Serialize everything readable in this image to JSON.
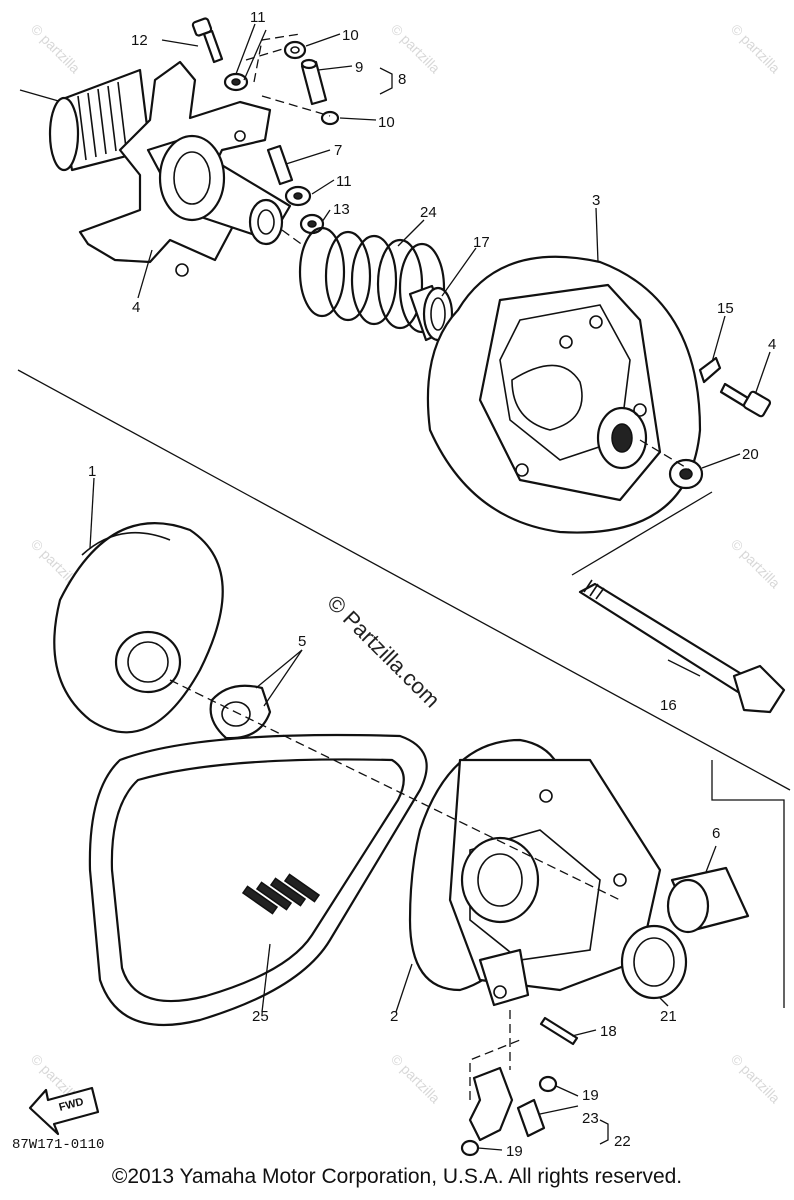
{
  "diagram": {
    "callouts": {
      "c1": "1",
      "c2": "2",
      "c3": "3",
      "c4a": "4",
      "c4b": "4",
      "c5": "5",
      "c6": "6",
      "c7": "7",
      "c8": "8",
      "c9": "9",
      "c10a": "10",
      "c10b": "10",
      "c11a": "11",
      "c11b": "11",
      "c12": "12",
      "c13": "13",
      "c15": "15",
      "c16": "16",
      "c17": "17",
      "c18": "18",
      "c19a": "19",
      "c19b": "19",
      "c20": "20",
      "c21": "21",
      "c22": "22",
      "c23": "23",
      "c24": "24",
      "c25": "25"
    },
    "fwd_label": "FWD",
    "reference_code": "87W171-0110",
    "watermark_center": "© Partzilla.com",
    "watermark_small": "© partzilla",
    "copyright": "©2013 Yamaha Motor Corporation, U.S.A. All rights reserved."
  }
}
